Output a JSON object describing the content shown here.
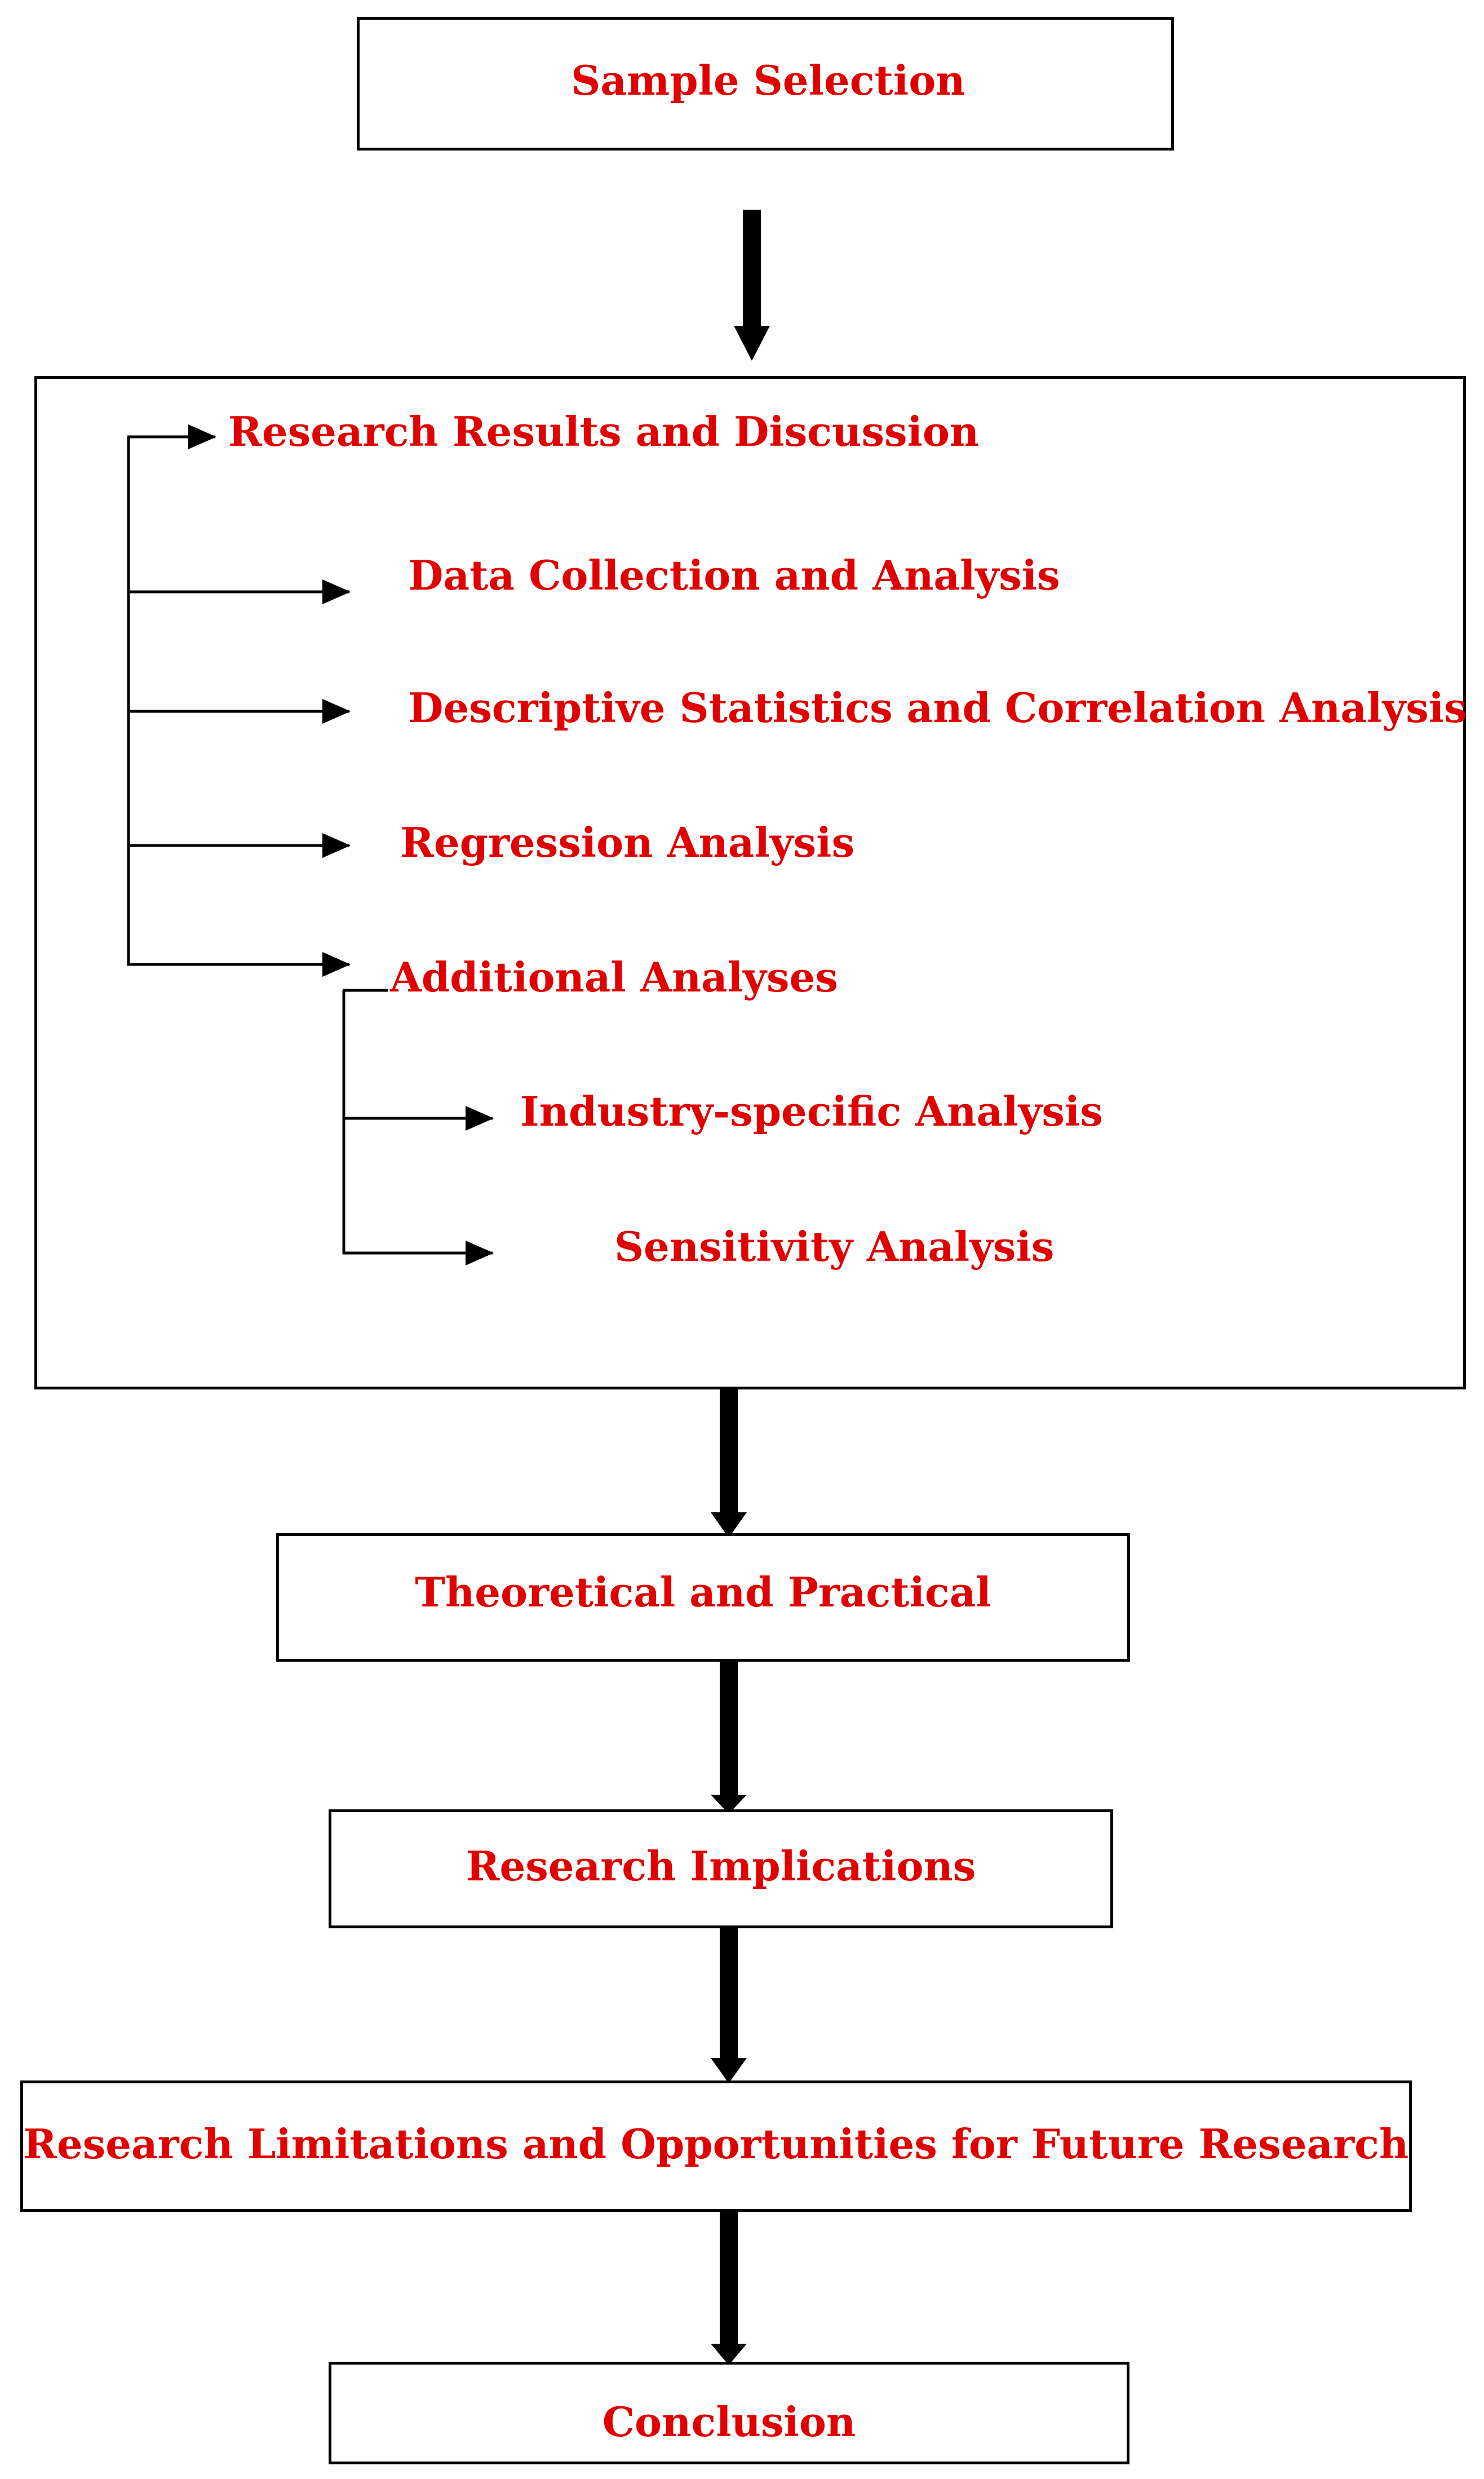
{
  "colors": {
    "text": "#e00000",
    "lines": "#000000",
    "background": "#ffffff"
  },
  "flow": {
    "sample_selection": "Sample Selection",
    "results_group": {
      "title": "Research Results and Discussion",
      "items": [
        "Data Collection and Analysis",
        "Descriptive Statistics and Correlation Analysis",
        "Regression Analysis",
        "Additional Analyses"
      ],
      "sub_items": [
        "Industry-specific Analysis",
        "Sensitivity Analysis"
      ]
    },
    "theoretical_practical": "Theoretical and Practical",
    "research_implications": "Research Implications",
    "limitations": "Research Limitations and Opportunities for Future Research",
    "conclusion": "Conclusion"
  }
}
